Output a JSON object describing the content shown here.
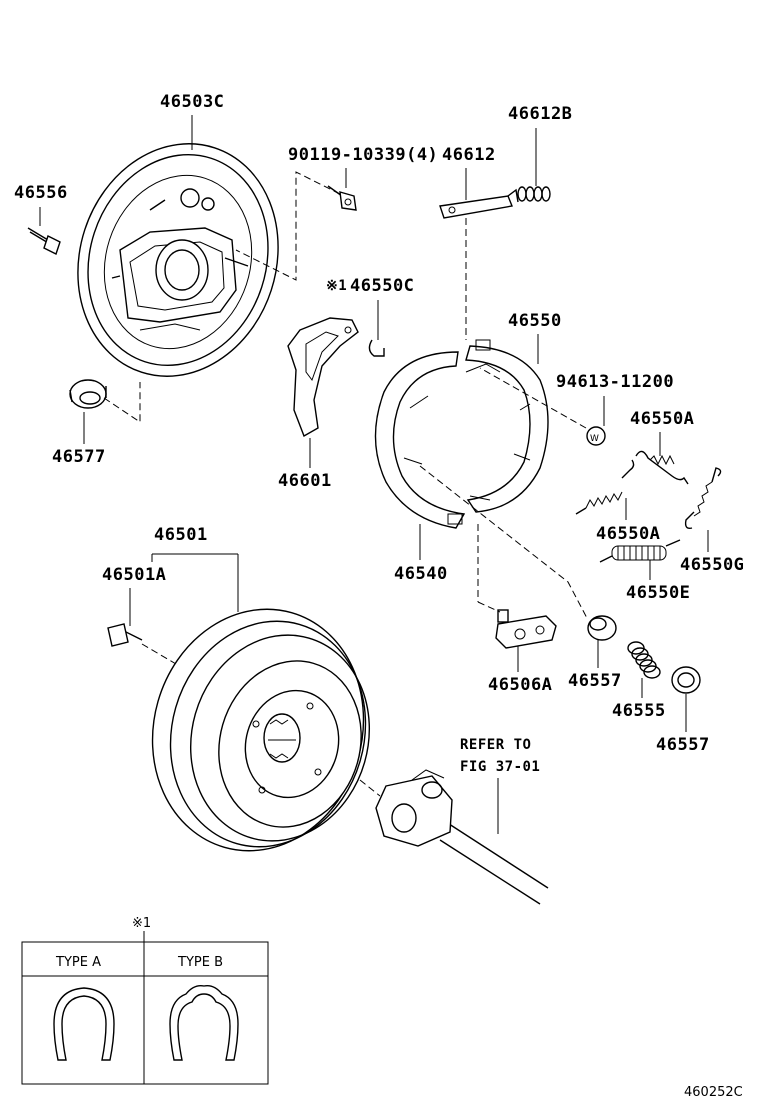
{
  "parts": {
    "backing_plate": "46503C",
    "bolt_46556": "46556",
    "bolt_90119": "90119-10339(4)",
    "strut": "46612",
    "strut_spring": "46612B",
    "clip_note": "※1",
    "clip": "46550C",
    "shoe_set": "46550",
    "washer": "94613-11200",
    "lever": "46601",
    "hole_plug": "46577",
    "spring_a1": "46550A",
    "spring_a2": "46550A",
    "spring_g": "46550G",
    "spring_e": "46550E",
    "shoe_lining": "46540",
    "drum": "46501",
    "drum_bolt": "46501A",
    "adjuster": "46506A",
    "cup": "46557",
    "compression_spring": "46555",
    "retainer": "46557"
  },
  "refer": {
    "line1": "REFER TO",
    "line2": "FIG 37-01"
  },
  "inset": {
    "note": "※1",
    "type_a": "TYPE A",
    "type_b": "TYPE B"
  },
  "figure_code": "460252C"
}
